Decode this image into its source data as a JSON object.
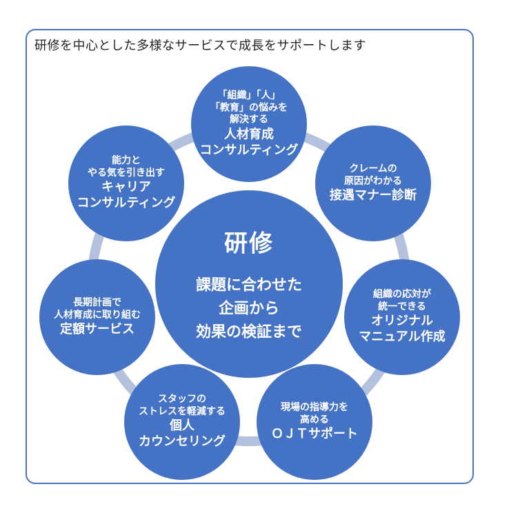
{
  "heading": "研修を中心とした多様なサービスで成長をサポートします",
  "center": {
    "title": "研修",
    "lines": [
      "課題に合わせた",
      "企画から",
      "効果の検証まで"
    ]
  },
  "nodes": [
    {
      "small": [
        "「組織」「人」",
        "「教育」の悩みを",
        "解決する"
      ],
      "large": [
        "人材育成",
        "コンサルティング"
      ]
    },
    {
      "small": [
        "クレームの",
        "原因がわかる"
      ],
      "large": [
        "接遇マナー診断"
      ]
    },
    {
      "small": [
        "組織の応対が",
        "統一できる"
      ],
      "large": [
        "オリジナル",
        "マニュアル作成"
      ]
    },
    {
      "small": [
        "現場の指導力を",
        "高める"
      ],
      "large": [
        "ＯＪＴサポート"
      ]
    },
    {
      "small": [
        "スタッフの",
        "ストレスを軽減する"
      ],
      "large": [
        "個人",
        "カウンセリング"
      ]
    },
    {
      "small": [
        "長期計画で",
        "人材育成に取り組む"
      ],
      "large": [
        "定額サービス"
      ]
    },
    {
      "small": [
        "能力と",
        "やる気を引き出す"
      ],
      "large": [
        "キャリア",
        "コンサルティング"
      ]
    }
  ],
  "colors": {
    "circle": "#4472c4",
    "ring": "#b4c1dd",
    "border": "#4a72c4"
  }
}
